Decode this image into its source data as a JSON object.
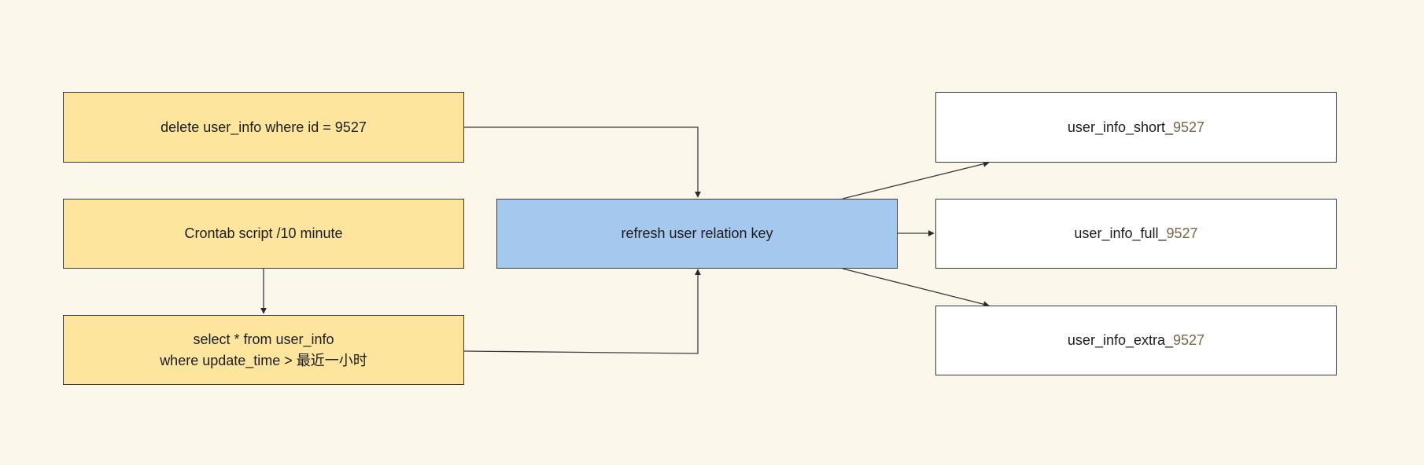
{
  "nodes": {
    "delete_sql": {
      "text": "delete user_info where id = 9527"
    },
    "crontab": {
      "text": "Crontab script /10 minute"
    },
    "select_sql": {
      "line1": "select * from user_info",
      "line2": "where update_time > 最近一小时"
    },
    "refresh": {
      "text": "refresh user relation key"
    },
    "key_short": {
      "prefix": "user_info_short_",
      "suffix": "9527"
    },
    "key_full": {
      "prefix": "user_info_full_",
      "suffix": "9527"
    },
    "key_extra": {
      "prefix": "user_info_extra_",
      "suffix": "9527"
    }
  },
  "colors": {
    "background": "#fcf7eb",
    "source_fill": "#fde59e",
    "process_fill": "#a5c8ee",
    "target_fill": "#ffffff",
    "stroke": "#3a3a3a"
  }
}
